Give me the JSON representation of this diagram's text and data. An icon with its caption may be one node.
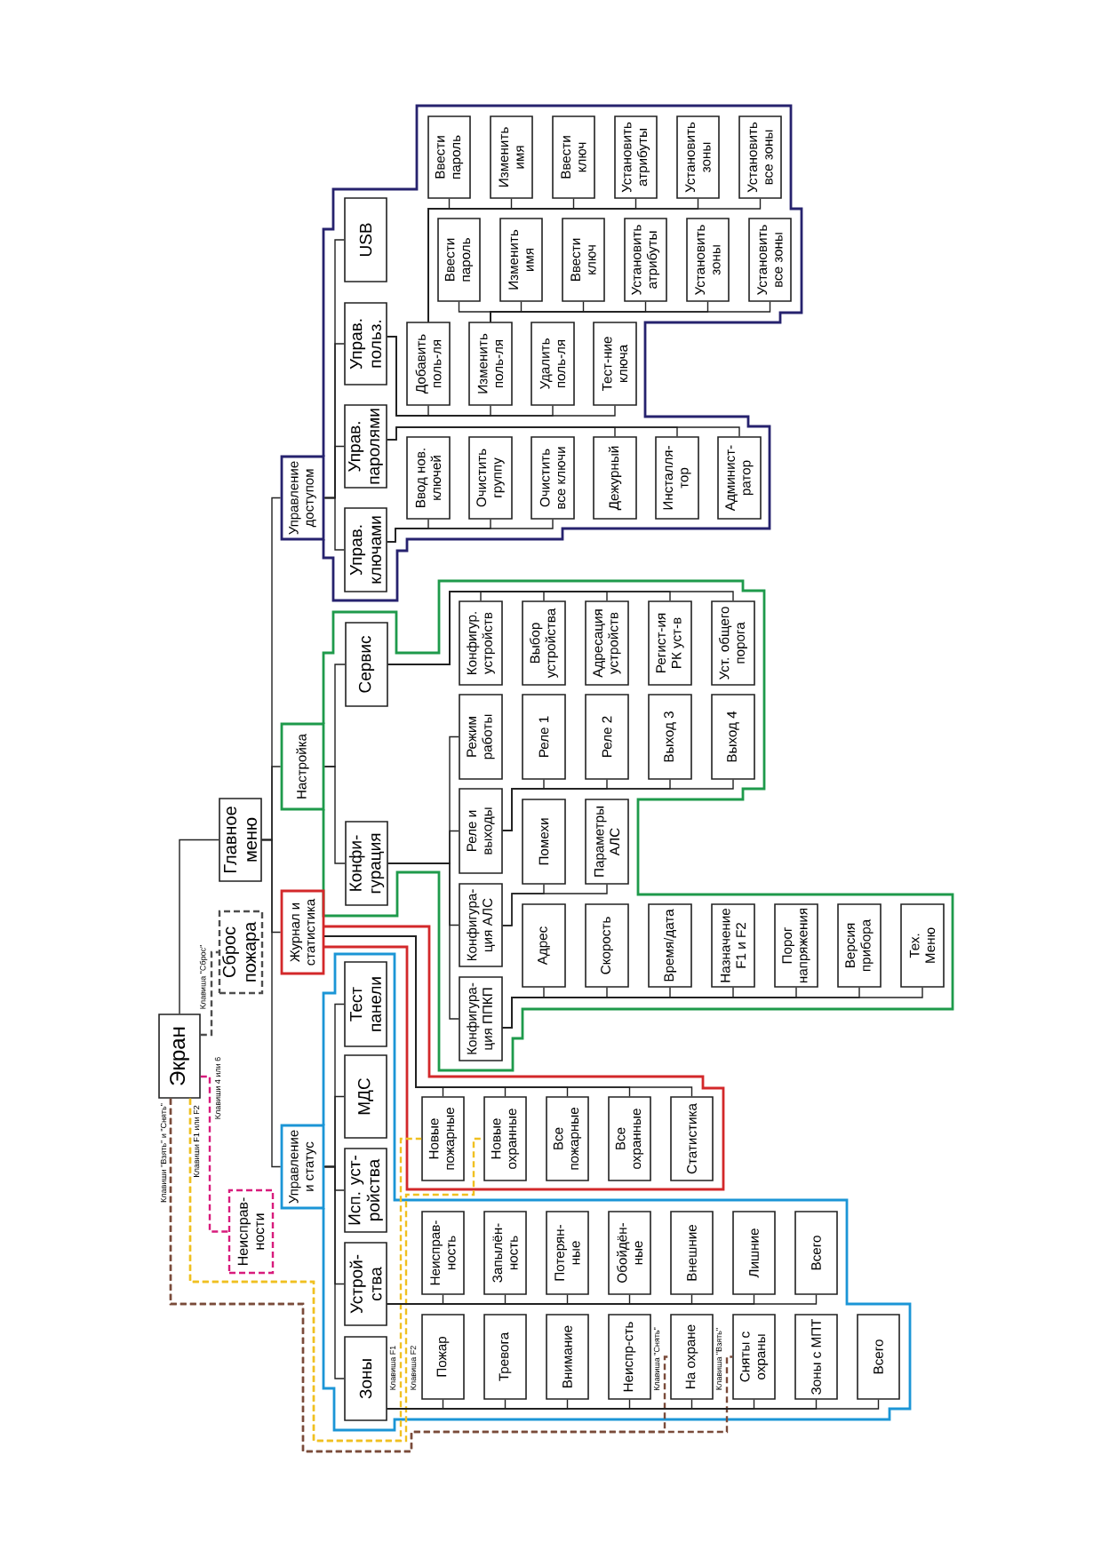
{
  "diagram": {
    "nodes": [
      {
        "text": [
          "Экран"
        ]
      },
      {
        "text": [
          "Сброс пожара"
        ]
      },
      {
        "text": [
          "Неисправ- ности"
        ]
      },
      {
        "text": [
          "Главное меню"
        ]
      },
      {
        "text": [
          "Управление и статус"
        ]
      },
      {
        "text": [
          "Зоны"
        ]
      },
      {
        "text": [
          "Пожар"
        ]
      },
      {
        "text": [
          "Тревога"
        ]
      },
      {
        "text": [
          "Внимание"
        ]
      },
      {
        "text": [
          "Неиспр-сть"
        ]
      },
      {
        "text": [
          "На охране"
        ]
      },
      {
        "text": [
          "Сняты с охраны"
        ]
      },
      {
        "text": [
          "Зоны с МПТ"
        ]
      },
      {
        "text": [
          "Всего"
        ]
      },
      {
        "text": [
          "Устрой- ства"
        ]
      },
      {
        "text": [
          "Неисправ- ность"
        ]
      },
      {
        "text": [
          "Запылён- ность"
        ]
      },
      {
        "text": [
          "Потерян- ные"
        ]
      },
      {
        "text": [
          "Обойдён- ные"
        ]
      },
      {
        "text": [
          "Внешние"
        ]
      },
      {
        "text": [
          "Лишние"
        ]
      },
      {
        "text": [
          "Всего"
        ]
      },
      {
        "text": [
          "Исп. уст- ройства"
        ]
      },
      {
        "text": [
          "МДС"
        ]
      },
      {
        "text": [
          "Тест панели"
        ]
      },
      {
        "text": [
          "Журнал и статистика"
        ]
      },
      {
        "text": [
          "Новые пожарные"
        ]
      },
      {
        "text": [
          "Новые охранные"
        ]
      },
      {
        "text": [
          "Все пожарные"
        ]
      },
      {
        "text": [
          "Все охранные"
        ]
      },
      {
        "text": [
          "Статистика"
        ]
      },
      {
        "text": [
          "Настройка"
        ]
      },
      {
        "text": [
          "Конфи- гурация"
        ]
      },
      {
        "text": [
          "Конфигура- ция ППКП"
        ]
      },
      {
        "text": [
          "Адрес"
        ]
      },
      {
        "text": [
          "Скорость"
        ]
      },
      {
        "text": [
          "Время/дата"
        ]
      },
      {
        "text": [
          "Назначение F1 и F2"
        ]
      },
      {
        "text": [
          "Порог напряжения"
        ]
      },
      {
        "text": [
          "Версия прибора"
        ]
      },
      {
        "text": [
          "Тех. Меню"
        ]
      },
      {
        "text": [
          "Конфигура- ция АЛС"
        ]
      },
      {
        "text": [
          "Помехи"
        ]
      },
      {
        "text": [
          "Параметры АЛС"
        ]
      },
      {
        "text": [
          "Реле и выходы"
        ]
      },
      {
        "text": [
          "Реле 1"
        ]
      },
      {
        "text": [
          "Реле 2"
        ]
      },
      {
        "text": [
          "Выход 3"
        ]
      },
      {
        "text": [
          "Выход 4"
        ]
      },
      {
        "text": [
          "Режим работы"
        ]
      },
      {
        "text": [
          "Сервис"
        ]
      },
      {
        "text": [
          "Конфигур. устройств"
        ]
      },
      {
        "text": [
          "Выбор устройства"
        ]
      },
      {
        "text": [
          "Адресация устройств"
        ]
      },
      {
        "text": [
          "Регист-ия РК уст-в"
        ]
      },
      {
        "text": [
          "Уст. общего порога"
        ]
      },
      {
        "text": [
          "Управление доступом"
        ]
      },
      {
        "text": [
          "Управ. ключами"
        ]
      },
      {
        "text": [
          "Ввод нов. ключей"
        ]
      },
      {
        "text": [
          "Очистить группу"
        ]
      },
      {
        "text": [
          "Очистить все ключи"
        ]
      },
      {
        "text": [
          "Управ. паролями"
        ]
      },
      {
        "text": [
          "Дежурный"
        ]
      },
      {
        "text": [
          "Инсталля- тор"
        ]
      },
      {
        "text": [
          "Админист- ратор"
        ]
      },
      {
        "text": [
          "Управ. польз."
        ]
      },
      {
        "text": [
          "Добавить поль-ля"
        ]
      },
      {
        "text": [
          "Ввести пароль"
        ]
      },
      {
        "text": [
          "Изменить имя"
        ]
      },
      {
        "text": [
          "Ввести ключ"
        ]
      },
      {
        "text": [
          "Установить атрибуты"
        ]
      },
      {
        "text": [
          "Установить зоны"
        ]
      },
      {
        "text": [
          "Установить все зоны"
        ]
      },
      {
        "text": [
          "Изменить поль-ля"
        ]
      },
      {
        "text": [
          "Ввести пароль"
        ]
      },
      {
        "text": [
          "Изменить имя"
        ]
      },
      {
        "text": [
          "Ввести ключ"
        ]
      },
      {
        "text": [
          "Установить атрибуты"
        ]
      },
      {
        "text": [
          "Установить зоны"
        ]
      },
      {
        "text": [
          "Установить все зоны"
        ]
      },
      {
        "text": [
          "Удалить поль-ля"
        ]
      },
      {
        "text": [
          "Тест-ние ключа"
        ]
      },
      {
        "text": [
          "USB"
        ]
      }
    ],
    "edges": [
      {
        "from": 0,
        "to": 3,
        "arrow": "none"
      },
      {
        "from": 0,
        "to": 1,
        "arrow": "none",
        "label": "Клавиша \"Сброс\"",
        "style": "dashed",
        "color": "#4d4d4d"
      },
      {
        "from": 0,
        "to": 2,
        "arrow": "none",
        "label": "Клавиши 4 или 6",
        "style": "dashed",
        "color": "#d81b7c"
      },
      {
        "from": 0,
        "to": 26,
        "arrow": "none",
        "label": "Клавиша F1",
        "style": "dashed",
        "color": "#f0c020"
      },
      {
        "from": 0,
        "to": 27,
        "arrow": "none",
        "label": "Клавиша F2",
        "style": "dashed",
        "color": "#f0c020"
      },
      {
        "from": 0,
        "to": 10,
        "arrow": "none",
        "label": "Клавиша \"Снять\"",
        "style": "dashed",
        "color": "#7a4b3a"
      },
      {
        "from": 0,
        "to": 11,
        "arrow": "none",
        "label": "Клавиша \"Взять\"",
        "style": "dashed",
        "color": "#7a4b3a"
      },
      {
        "from": 3,
        "to": 4,
        "arrow": "none"
      },
      {
        "from": 3,
        "to": 25,
        "arrow": "none"
      },
      {
        "from": 3,
        "to": 31,
        "arrow": "none"
      },
      {
        "from": 3,
        "to": 56,
        "arrow": "none"
      },
      {
        "from": 4,
        "to": 5,
        "arrow": "none"
      },
      {
        "from": 4,
        "to": 14,
        "arrow": "none"
      },
      {
        "from": 4,
        "to": 22,
        "arrow": "none"
      },
      {
        "from": 4,
        "to": 23,
        "arrow": "none"
      },
      {
        "from": 4,
        "to": 24,
        "arrow": "none"
      },
      {
        "from": 5,
        "to": 6,
        "arrow": "none"
      },
      {
        "from": 5,
        "to": 7,
        "arrow": "none"
      },
      {
        "from": 5,
        "to": 8,
        "arrow": "none"
      },
      {
        "from": 5,
        "to": 9,
        "arrow": "none"
      },
      {
        "from": 5,
        "to": 10,
        "arrow": "none"
      },
      {
        "from": 5,
        "to": 11,
        "arrow": "none"
      },
      {
        "from": 5,
        "to": 12,
        "arrow": "none"
      },
      {
        "from": 5,
        "to": 13,
        "arrow": "none"
      },
      {
        "from": 14,
        "to": 15,
        "arrow": "none"
      },
      {
        "from": 14,
        "to": 16,
        "arrow": "none"
      },
      {
        "from": 14,
        "to": 17,
        "arrow": "none"
      },
      {
        "from": 14,
        "to": 18,
        "arrow": "none"
      },
      {
        "from": 14,
        "to": 19,
        "arrow": "none"
      },
      {
        "from": 14,
        "to": 20,
        "arrow": "none"
      },
      {
        "from": 14,
        "to": 21,
        "arrow": "none"
      },
      {
        "from": 25,
        "to": 26,
        "arrow": "none"
      },
      {
        "from": 25,
        "to": 27,
        "arrow": "none"
      },
      {
        "from": 25,
        "to": 28,
        "arrow": "none"
      },
      {
        "from": 25,
        "to": 29,
        "arrow": "none"
      },
      {
        "from": 25,
        "to": 30,
        "arrow": "none"
      },
      {
        "from": 31,
        "to": 32,
        "arrow": "none"
      },
      {
        "from": 31,
        "to": 50,
        "arrow": "none"
      },
      {
        "from": 32,
        "to": 33,
        "arrow": "none"
      },
      {
        "from": 32,
        "to": 41,
        "arrow": "none"
      },
      {
        "from": 32,
        "to": 44,
        "arrow": "none"
      },
      {
        "from": 32,
        "to": 49,
        "arrow": "none"
      },
      {
        "from": 33,
        "to": 34,
        "arrow": "none"
      },
      {
        "from": 33,
        "to": 35,
        "arrow": "none"
      },
      {
        "from": 33,
        "to": 36,
        "arrow": "none"
      },
      {
        "from": 33,
        "to": 37,
        "arrow": "none"
      },
      {
        "from": 33,
        "to": 38,
        "arrow": "none"
      },
      {
        "from": 33,
        "to": 39,
        "arrow": "none"
      },
      {
        "from": 33,
        "to": 40,
        "arrow": "none"
      },
      {
        "from": 41,
        "to": 42,
        "arrow": "none"
      },
      {
        "from": 41,
        "to": 43,
        "arrow": "none"
      },
      {
        "from": 44,
        "to": 45,
        "arrow": "none"
      },
      {
        "from": 44,
        "to": 46,
        "arrow": "none"
      },
      {
        "from": 44,
        "to": 47,
        "arrow": "none"
      },
      {
        "from": 44,
        "to": 48,
        "arrow": "none"
      },
      {
        "from": 50,
        "to": 51,
        "arrow": "none"
      },
      {
        "from": 50,
        "to": 52,
        "arrow": "none"
      },
      {
        "from": 50,
        "to": 53,
        "arrow": "none"
      },
      {
        "from": 50,
        "to": 54,
        "arrow": "none"
      },
      {
        "from": 50,
        "to": 55,
        "arrow": "none"
      },
      {
        "from": 56,
        "to": 57,
        "arrow": "none"
      },
      {
        "from": 56,
        "to": 61,
        "arrow": "none"
      },
      {
        "from": 56,
        "to": 65,
        "arrow": "none"
      },
      {
        "from": 56,
        "to": 82,
        "arrow": "none"
      },
      {
        "from": 57,
        "to": 58,
        "arrow": "none"
      },
      {
        "from": 57,
        "to": 59,
        "arrow": "none"
      },
      {
        "from": 57,
        "to": 60,
        "arrow": "none"
      },
      {
        "from": 61,
        "to": 62,
        "arrow": "none"
      },
      {
        "from": 61,
        "to": 63,
        "arrow": "none"
      },
      {
        "from": 61,
        "to": 64,
        "arrow": "none"
      },
      {
        "from": 65,
        "to": 66,
        "arrow": "none"
      },
      {
        "from": 65,
        "to": 73,
        "arrow": "none"
      },
      {
        "from": 65,
        "to": 80,
        "arrow": "none"
      },
      {
        "from": 65,
        "to": 81,
        "arrow": "none"
      },
      {
        "from": 66,
        "to": 67,
        "arrow": "none"
      },
      {
        "from": 66,
        "to": 68,
        "arrow": "none"
      },
      {
        "from": 66,
        "to": 69,
        "arrow": "none"
      },
      {
        "from": 66,
        "to": 70,
        "arrow": "none"
      },
      {
        "from": 66,
        "to": 71,
        "arrow": "none"
      },
      {
        "from": 66,
        "to": 72,
        "arrow": "none"
      },
      {
        "from": 73,
        "to": 74,
        "arrow": "none"
      },
      {
        "from": 73,
        "to": 75,
        "arrow": "none"
      },
      {
        "from": 73,
        "to": 76,
        "arrow": "none"
      },
      {
        "from": 73,
        "to": 77,
        "arrow": "none"
      },
      {
        "from": 73,
        "to": 78,
        "arrow": "none"
      },
      {
        "from": 73,
        "to": 79,
        "arrow": "none"
      }
    ],
    "labels": [
      "Клавиши \"Взять\" и \"Снять\"",
      "Клавиши F1 или F2"
    ]
  }
}
